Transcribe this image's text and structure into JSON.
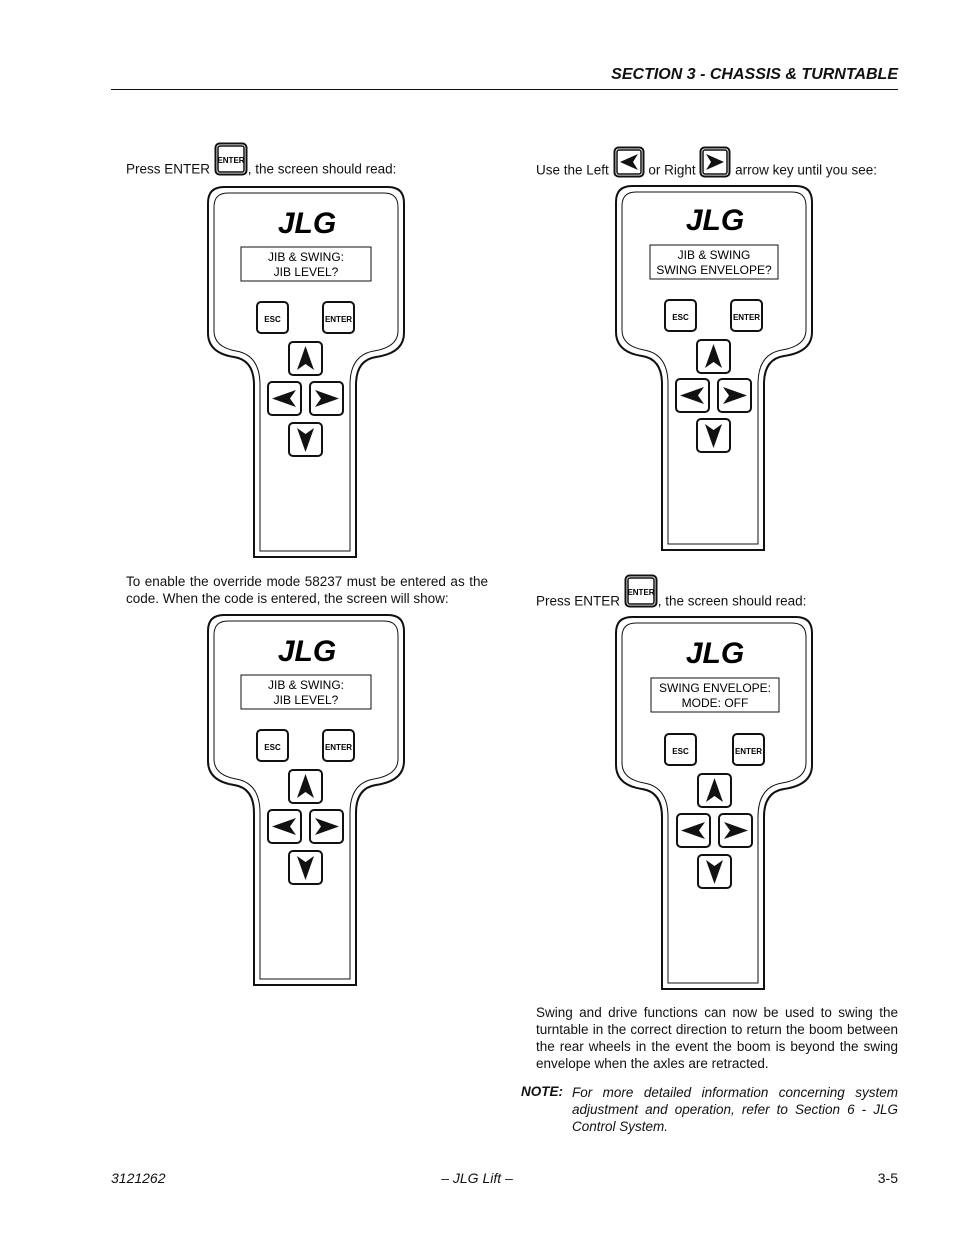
{
  "header": {
    "section_title": "SECTION 3 - CHASSIS & TURNTABLE"
  },
  "steps": {
    "s1": {
      "before": "Press ENTER",
      "after": ", the screen should read:"
    },
    "s2": {
      "before": "Use the Left",
      "middle": "or Right",
      "after": "arrow key until you see:"
    },
    "s3": {
      "text": "To enable the override mode 58237 must be entered as the code. When the code is entered, the screen will show:"
    },
    "s4": {
      "before": "Press ENTER",
      "after": ", the screen should read:"
    }
  },
  "analyzers": [
    {
      "line1": "JIB & SWING:",
      "line2": "JIB LEVEL?"
    },
    {
      "line1": "JIB & SWING",
      "line2": "SWING ENVELOPE?"
    },
    {
      "line1": "JIB & SWING:",
      "line2": "JIB LEVEL?"
    },
    {
      "line1": "SWING ENVELOPE:",
      "line2": "MODE: OFF"
    }
  ],
  "keys": {
    "logo": "JLG",
    "esc": "ESC",
    "enter": "ENTER"
  },
  "body_text": "Swing and drive functions can now be used to swing the turntable in the correct direction to return the boom between the rear wheels in the event the boom is beyond the swing envelope when the axles are retracted.",
  "note": {
    "label": "NOTE:",
    "text": "For more detailed information concerning system adjustment and operation, refer to Section 6 - JLG Control System."
  },
  "footer": {
    "doc_number": "3121262",
    "center": "– JLG Lift –",
    "page": "3-5"
  }
}
